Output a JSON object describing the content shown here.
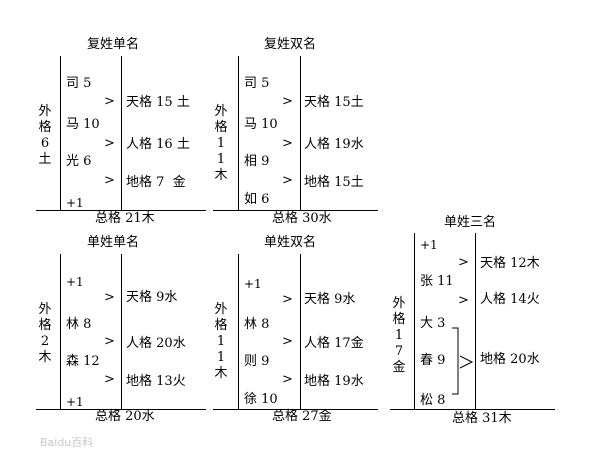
{
  "panels": [
    {
      "title": "复姓单名",
      "outer": "外格6土",
      "chars": [
        "司 5",
        "马 10",
        "光 6",
        "+1"
      ],
      "arrows": [
        ">",
        ">",
        ">"
      ],
      "results": [
        {
          "label": "天格 15",
          "elem": "土"
        },
        {
          "label": "人格 16",
          "elem": "土"
        },
        {
          "label": "地格 7",
          "elem": "金"
        }
      ],
      "total": "总格 21木"
    },
    {
      "title": "复姓双名",
      "outer": "外格11木",
      "chars": [
        "司 5",
        "马 10",
        "相 9",
        "如 6"
      ],
      "arrows": [
        ">",
        ">",
        ">"
      ],
      "results": [
        {
          "label": "天格 15",
          "elem": "土"
        },
        {
          "label": "人格 19",
          "elem": "水"
        },
        {
          "label": "地格 15",
          "elem": "土"
        }
      ],
      "total": "总格 30水"
    },
    {
      "title": "单姓单名",
      "outer": "外格2木",
      "chars": [
        "+1",
        "林 8",
        "森 12",
        "+1"
      ],
      "arrows": [
        ">",
        ">",
        ">"
      ],
      "results": [
        {
          "label": "天格 9",
          "elem": "水"
        },
        {
          "label": "人格 20",
          "elem": "水"
        },
        {
          "label": "地格 13",
          "elem": "火"
        }
      ],
      "total": "总格 20水"
    },
    {
      "title": "单姓双名",
      "outer": "外格11木",
      "chars": [
        "+1",
        "林 8",
        "则 9",
        "徐 10"
      ],
      "arrows": [
        ">",
        ">",
        ">"
      ],
      "results": [
        {
          "label": "天格 9",
          "elem": "水"
        },
        {
          "label": "人格 17",
          "elem": "金"
        },
        {
          "label": "地格 19",
          "elem": "水"
        }
      ],
      "total": "总格 27金"
    },
    {
      "title": "单姓三名",
      "outer": "外格17金",
      "chars": [
        "+1",
        "张 11",
        "大 3",
        "春 9",
        "松 8"
      ],
      "arrows": [
        ">",
        ">",
        ">"
      ],
      "results": [
        {
          "label": "天格 12",
          "elem": "木"
        },
        {
          "label": "人格 14",
          "elem": "火"
        },
        {
          "label": "地格 20",
          "elem": "水"
        }
      ],
      "total": "总格 31木"
    }
  ],
  "watermark": "Baidu百科"
}
